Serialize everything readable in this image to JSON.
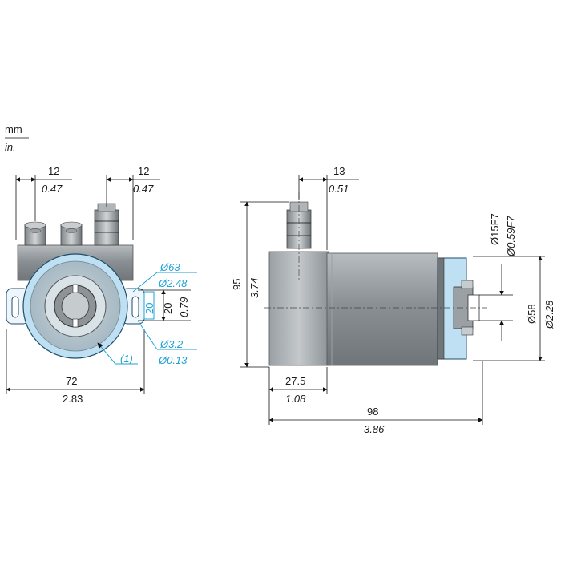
{
  "units": {
    "primary": "mm",
    "secondary": "in."
  },
  "front_view": {
    "connector_offset_left": {
      "mm": "12",
      "in": "0.47"
    },
    "connector_offset_right": {
      "mm": "12",
      "in": "0.47"
    },
    "width": {
      "mm": "72",
      "in": "2.83"
    },
    "body_diameter": {
      "mm": "Ø63",
      "in": "Ø2.48"
    },
    "slot_spacing": {
      "mm": "20",
      "in": "0.79"
    },
    "slot_width": {
      "mm": "20"
    },
    "hole_diameter": {
      "mm": "Ø3.2",
      "in": "Ø0.13"
    },
    "note_ref": "(1)"
  },
  "side_view": {
    "connector_offset": {
      "mm": "13",
      "in": "0.51"
    },
    "height": {
      "mm": "95",
      "in": "3.74"
    },
    "collar_length": {
      "mm": "27.5",
      "in": "1.08"
    },
    "total_length": {
      "mm": "98",
      "in": "3.86"
    },
    "shaft_diameter": {
      "mm": "Ø15F7",
      "in": "Ø0.59F7"
    },
    "flange_diameter": {
      "mm": "Ø58",
      "in": "Ø2.28"
    }
  },
  "colors": {
    "dimension_blue": "#1fa3d6",
    "body_grey": "#8e9599",
    "flange_blue": "#bfe0f2"
  }
}
